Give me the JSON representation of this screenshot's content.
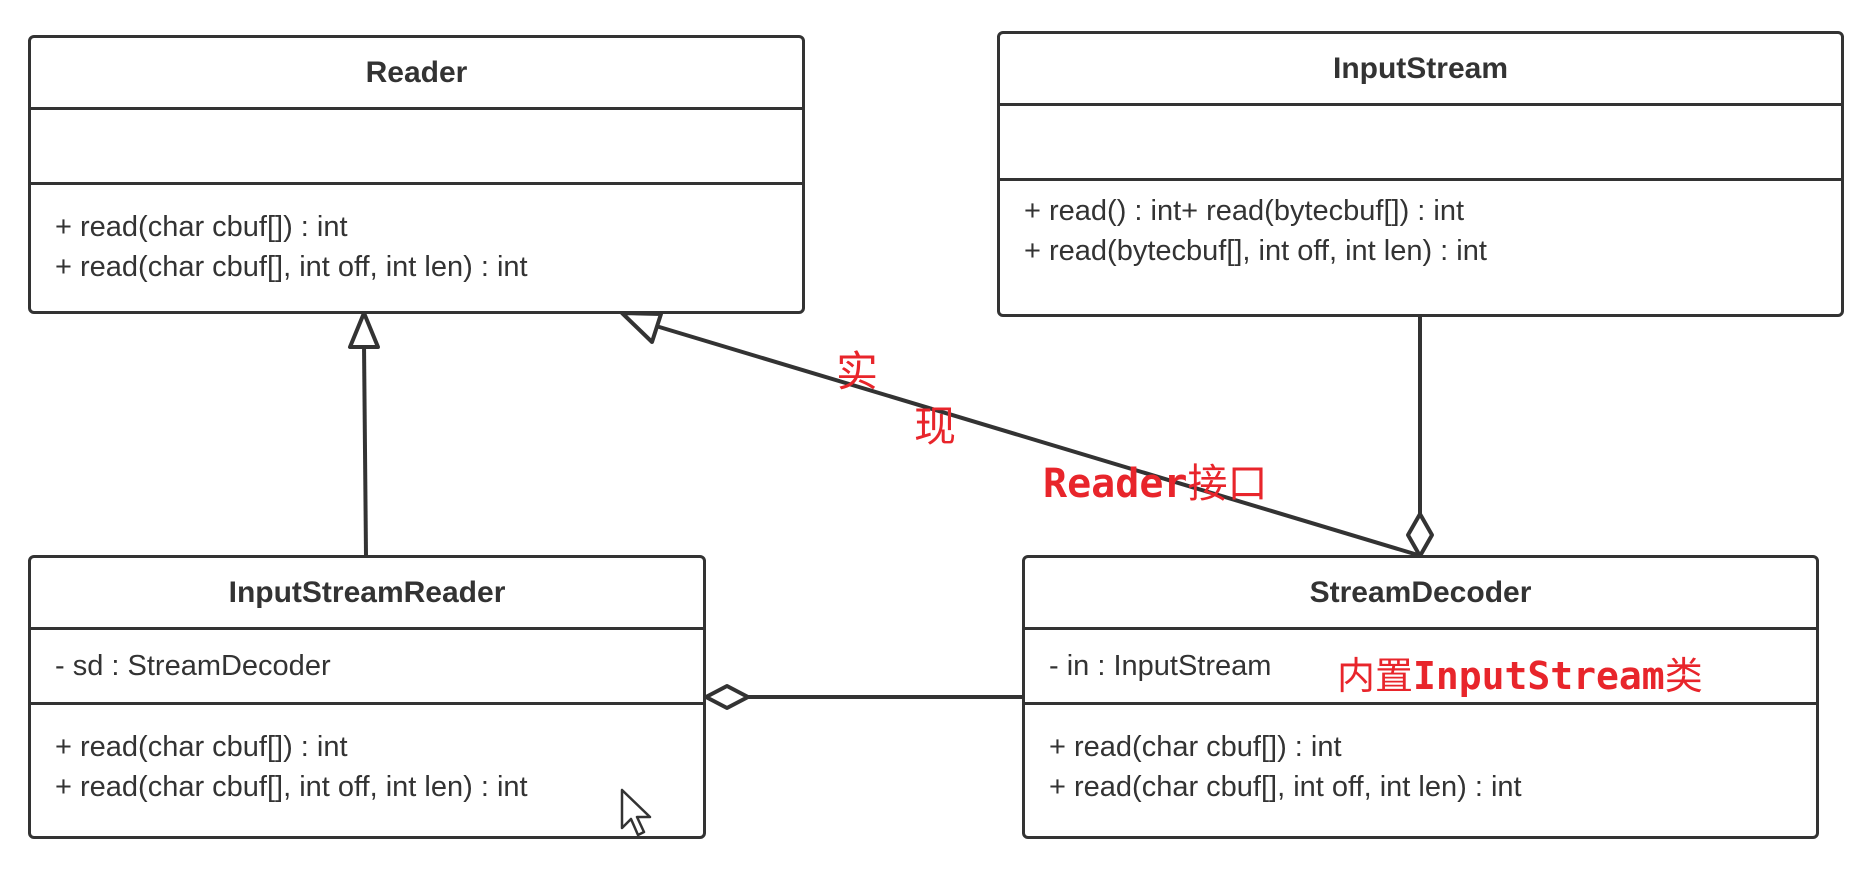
{
  "classes": {
    "reader": {
      "name": "Reader",
      "attribute": "",
      "operations": [
        "+ read(char cbuf[]) : int",
        "+ read(char cbuf[], int off, int len) : int"
      ]
    },
    "input_stream": {
      "name": "InputStream",
      "attribute": "",
      "operations": [
        "+ read() : int+ read(bytecbuf[]) : int",
        "+ read(bytecbuf[], int off, int len) : int"
      ]
    },
    "input_stream_reader": {
      "name": "InputStreamReader",
      "attribute": "- sd : StreamDecoder",
      "operations": [
        "+ read(char cbuf[]) : int",
        "+ read(char cbuf[], int off, int len) : int"
      ]
    },
    "stream_decoder": {
      "name": "StreamDecoder",
      "attribute": "- in : InputStream",
      "operations": [
        "+ read(char cbuf[]) : int",
        "+ read(char cbuf[], int off, int len) : int"
      ]
    }
  },
  "annotations": {
    "implement_char1": "实",
    "implement_char2": "现",
    "reader_interface_prefix": "Reader",
    "reader_interface_suffix": "接口",
    "builtin_prefix": "内置",
    "builtin_mid": "InputStream",
    "builtin_suffix": "类"
  },
  "colors": {
    "line": "#333333",
    "annotation": "#e8252b"
  }
}
